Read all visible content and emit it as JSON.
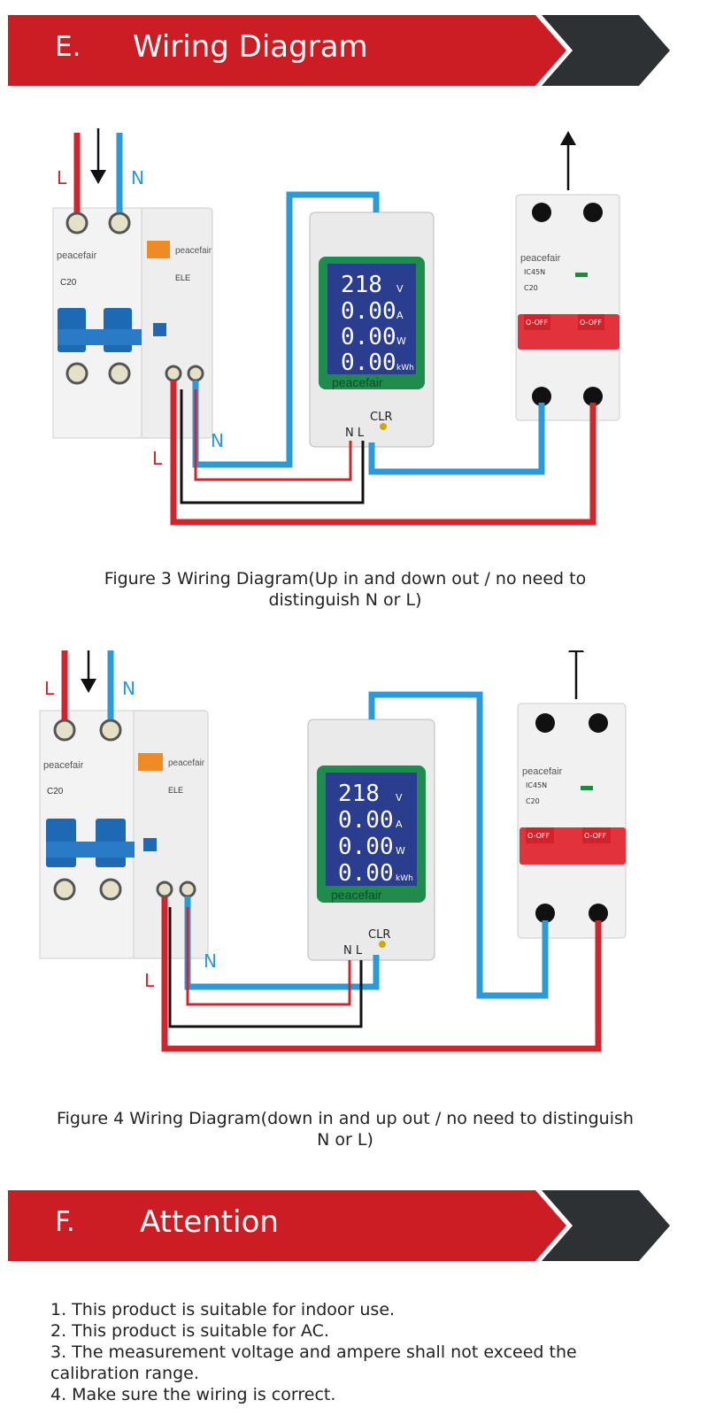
{
  "section_e": {
    "letter": "E.",
    "title": "Wiring Diagram"
  },
  "figure3": {
    "caption_line1": "Figure 3 Wiring Diagram(Up in and down out / no need to",
    "caption_line2": "distinguish N or L)"
  },
  "figure4": {
    "caption_line1": "Figure 4 Wiring Diagram(down in and up out / no need to distinguish",
    "caption_line2": "N or L)"
  },
  "diagram": {
    "wire_L": "L",
    "wire_N": "N",
    "meter_readings": [
      "218",
      "0.00",
      "0.00",
      "0.00"
    ],
    "meter_units": [
      "V",
      "A",
      "W",
      "kWh"
    ],
    "meter_brand": "peacefair",
    "meter_clr": "CLR",
    "meter_terminals": "N L",
    "rcbo_brand": "peacefair",
    "rcbo_model": "C20",
    "rcbo_type": "ELE",
    "mcb_brand": "peacefair",
    "mcb_model": "IC45N",
    "mcb_rating": "C20",
    "mcb_off": "O-OFF"
  },
  "section_f": {
    "letter": "F.",
    "title": "Attention"
  },
  "attention": {
    "items": [
      "1. This product is suitable for indoor use.",
      "2. This product is suitable for AC.",
      "3. The measurement voltage and ampere shall not exceed the",
      "calibration range.",
      "4. Make sure the wiring is correct."
    ]
  },
  "colors": {
    "banner_red": "#cc1d24",
    "banner_dark": "#2e3134",
    "wire_red": "#d3242c",
    "wire_blue": "#2a9bd8",
    "meter_green": "#1f8b4c"
  }
}
